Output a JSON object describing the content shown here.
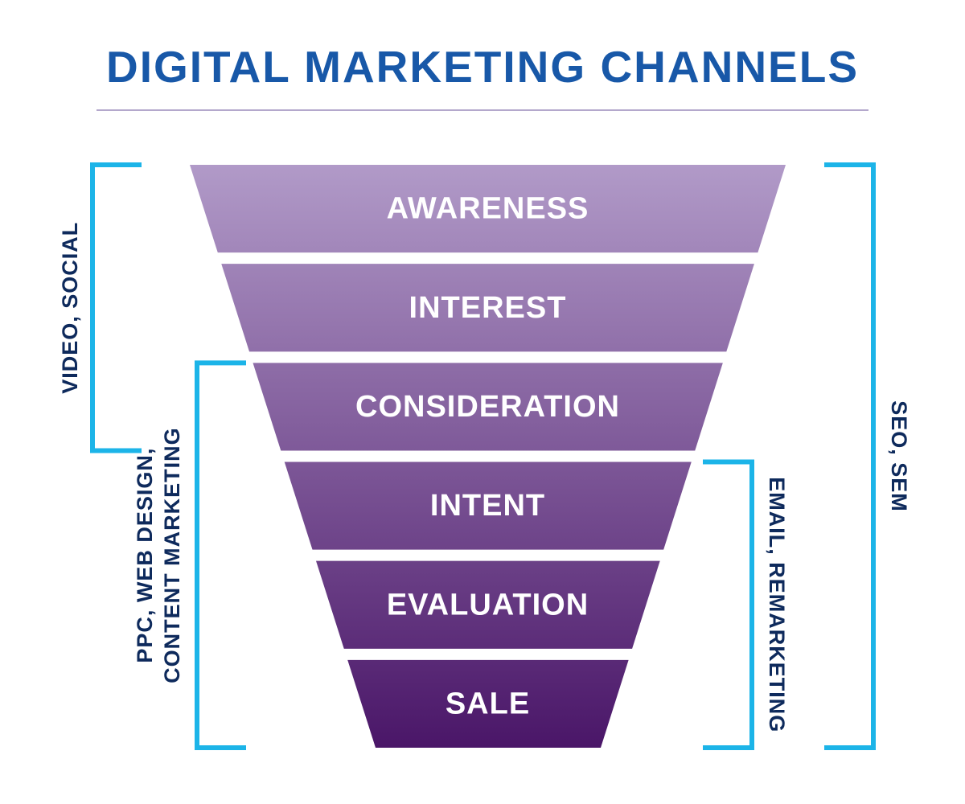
{
  "title": "DIGITAL MARKETING CHANNELS",
  "colors": {
    "title": "#1858a8",
    "rule": "#b4a8cc",
    "bracket": "#1cb4e8",
    "bracket_text": "#0e2a5c",
    "stage_text": "#ffffff",
    "stage_top": "#b19ac8",
    "stage_bottom": "#4a1668"
  },
  "stages": [
    {
      "label": "AWARENESS"
    },
    {
      "label": "INTEREST"
    },
    {
      "label": "CONSIDERATION"
    },
    {
      "label": "INTENT"
    },
    {
      "label": "EVALUATION"
    },
    {
      "label": "SALE"
    }
  ],
  "brackets": {
    "video_social": {
      "lines": [
        "VIDEO, SOCIAL"
      ],
      "from_stage": 1,
      "to_stage": 3
    },
    "ppc_web_content": {
      "lines": [
        "PPC, WEB DESIGN,",
        "CONTENT MARKETING"
      ],
      "from_stage": 3,
      "to_stage": 6
    },
    "email_remarketing": {
      "lines": [
        "EMAIL, REMARKETING"
      ],
      "from_stage": 4,
      "to_stage": 6
    },
    "seo_sem": {
      "lines": [
        "SEO, SEM"
      ],
      "from_stage": 1,
      "to_stage": 6
    }
  }
}
